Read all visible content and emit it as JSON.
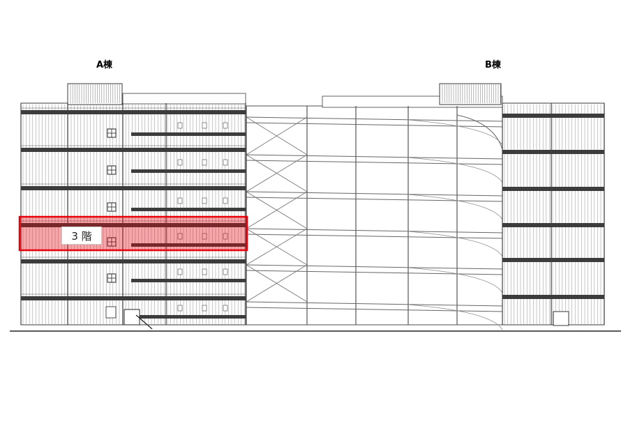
{
  "buildings": {
    "a_label": "A棟",
    "b_label": "B棟"
  },
  "highlight": {
    "floor_label": "3 階",
    "color": "#e8000b"
  },
  "colors": {
    "line": "#3a3a3a",
    "band": "#3c3c3c",
    "paper": "#ffffff"
  }
}
